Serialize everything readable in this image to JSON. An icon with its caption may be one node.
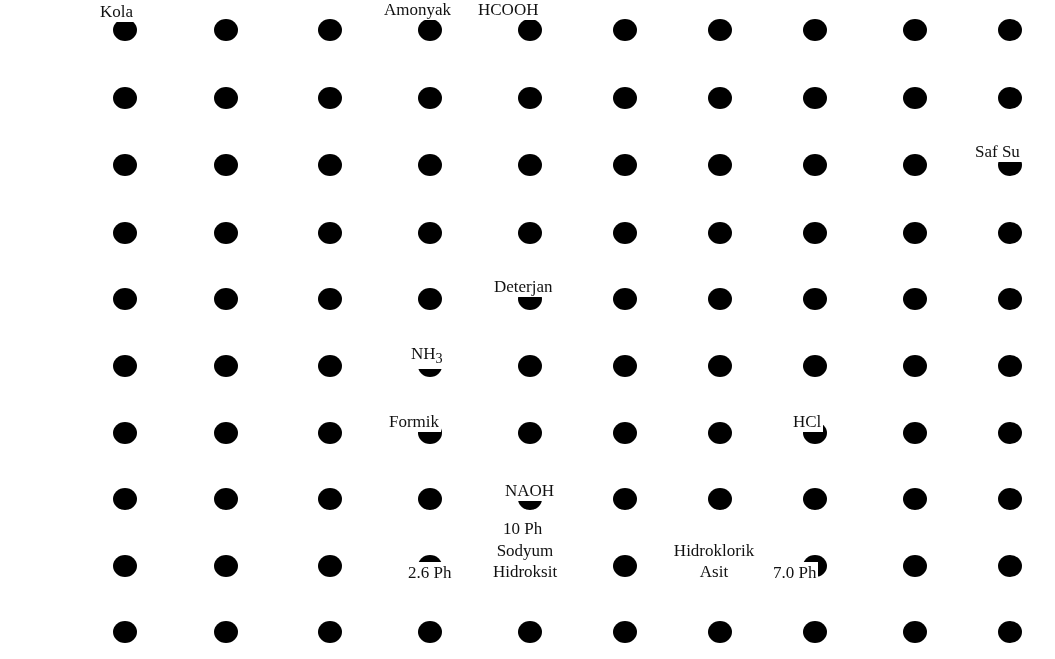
{
  "diagram": {
    "labels": [
      "Kola",
      "Amonyak",
      "HCOOH",
      "Saf Su",
      "Deterjan",
      "NH$_{3}$",
      "Formik",
      "HCl",
      "NAOH",
      "10 Ph",
      "Sodyum Hidroksit",
      "Hidroklorik Asit",
      "2.6 Ph",
      "7.0 Ph"
    ]
  }
}
